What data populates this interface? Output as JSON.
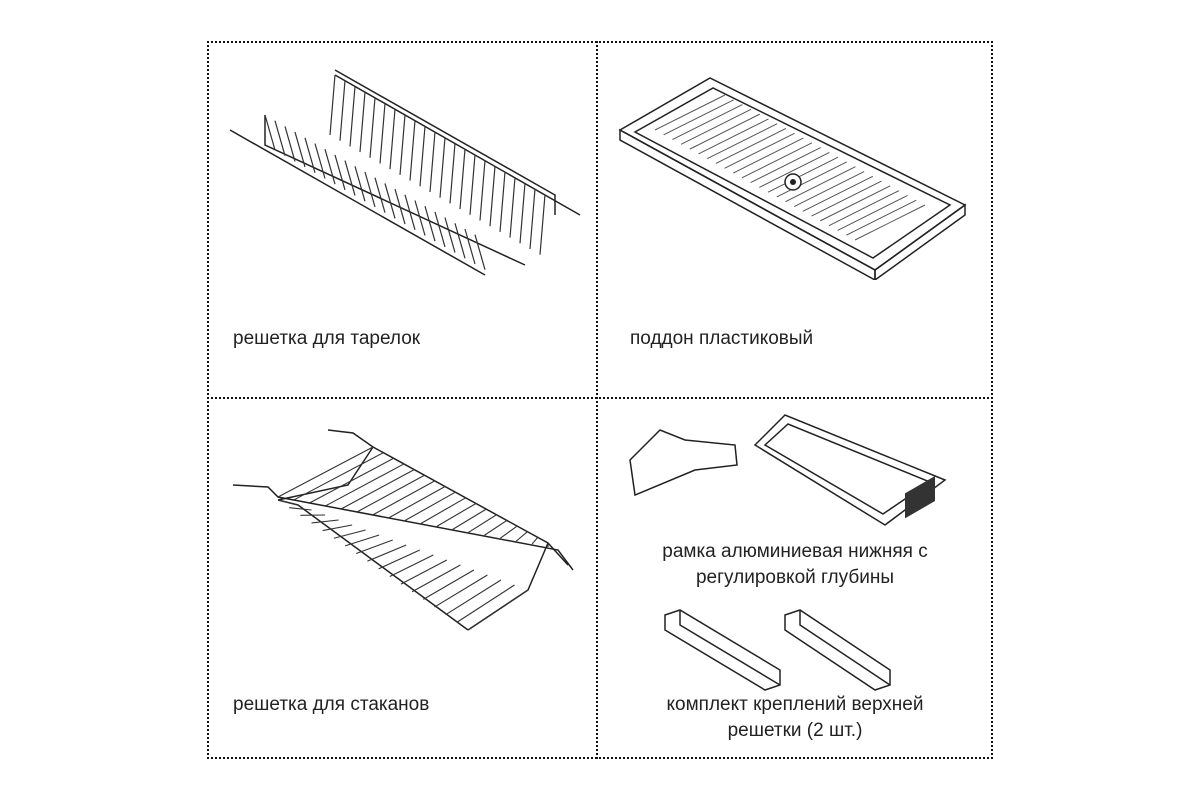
{
  "cells": [
    {
      "label": "решетка для тарелок"
    },
    {
      "label": "поддон пластиковый"
    },
    {
      "label": "решетка для стаканов"
    },
    {
      "label_lines": [
        "рамка алюминиевая нижняя с",
        "регулировкой глубины"
      ],
      "label2_lines": [
        "комплект креплений верхней",
        "решетки (2 шт.)"
      ]
    }
  ]
}
